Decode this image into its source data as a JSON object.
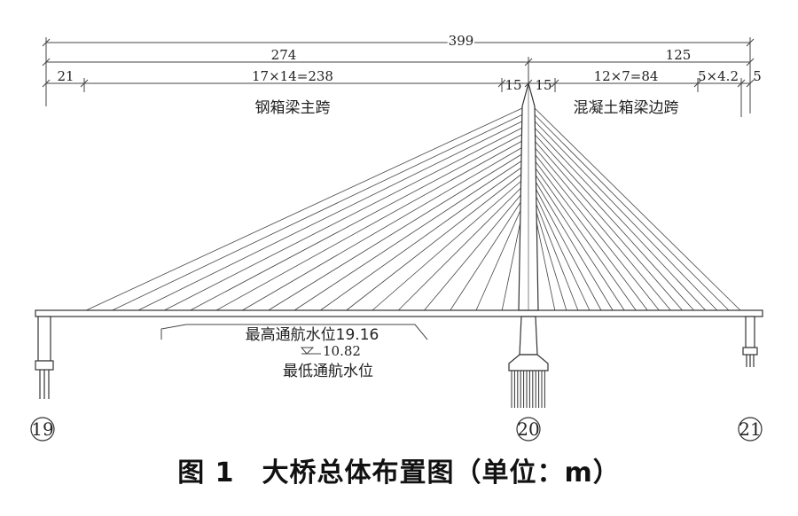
{
  "dimensions": {
    "total": "399",
    "main_span": "274",
    "side_span": "125",
    "seg_end_main": "21",
    "seg_main_cables": "17×14=238",
    "seg_left_tower": "15",
    "seg_right_tower": "15",
    "seg_side_cables": "12×7=84",
    "seg_side_end": "5×4.2",
    "seg_end_side": "5"
  },
  "labels": {
    "main_span": "钢箱梁主跨",
    "side_span": "混凝土箱梁边跨",
    "high_water": "最高通航水位19.16",
    "low_water_value": "10.82",
    "low_water": "最低通航水位"
  },
  "piers": [
    "19",
    "20",
    "21"
  ],
  "caption": "图 1　大桥总体布置图（单位：m）"
}
